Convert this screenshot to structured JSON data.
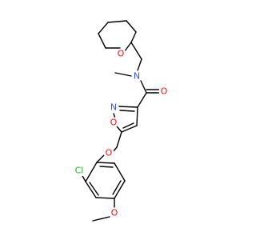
{
  "colors": {
    "background": "#ffffff",
    "bond": "#000000",
    "oxygen": "#ff0d0d",
    "nitrogen": "#3050f8",
    "chlorine": "#1fb01f"
  },
  "atoms": [
    {
      "id": "ring_o",
      "label": "O",
      "element": "oxygen"
    },
    {
      "id": "amide_n",
      "label": "N",
      "element": "nitrogen"
    },
    {
      "id": "carbonyl_o",
      "label": "O",
      "element": "oxygen"
    },
    {
      "id": "isox_n",
      "label": "N",
      "element": "nitrogen"
    },
    {
      "id": "isox_o",
      "label": "O",
      "element": "oxygen"
    },
    {
      "id": "ether_o",
      "label": "O",
      "element": "oxygen"
    },
    {
      "id": "cl",
      "label": "Cl",
      "element": "chlorine"
    },
    {
      "id": "methoxy_o",
      "label": "O",
      "element": "oxygen"
    }
  ]
}
